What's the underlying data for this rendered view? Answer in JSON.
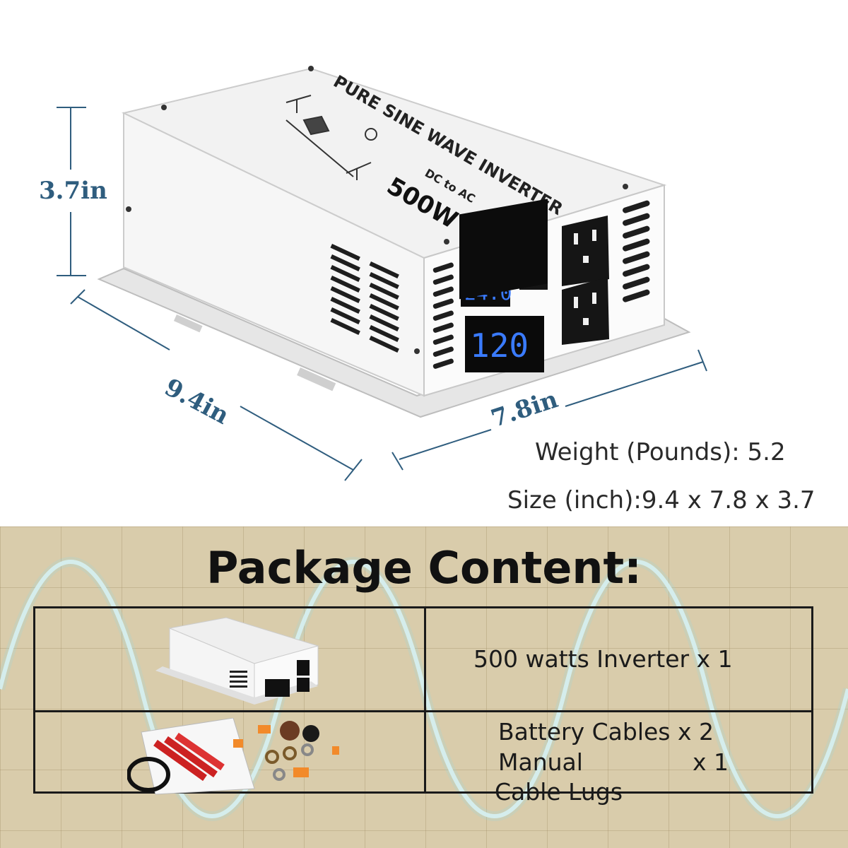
{
  "dimensions": {
    "height": "3.7in",
    "length": "9.4in",
    "width": "7.8in"
  },
  "specs": {
    "weight": "Weight (Pounds): 5.2",
    "size": "Size (inch):9.4 x 7.8 x 3.7"
  },
  "product_labels": {
    "title": "PURE SINE WAVE INVERTER",
    "conversion": "DC to AC",
    "power": "500W",
    "input_display": "24.0",
    "output_display": "120"
  },
  "package": {
    "title": "Package Content:",
    "row1": "500 watts Inverter x 1",
    "row2_line1": "Battery Cables x 2",
    "row2_line2_item": "Manual",
    "row2_line2_qty": "x 1",
    "row2_line3": "Cable Lugs"
  },
  "colors": {
    "dimension_text": "#2f5d7e",
    "display_digits": "#3a7bff",
    "background_grid": "#d9ccab",
    "sine_wave": "#dff5f5"
  }
}
